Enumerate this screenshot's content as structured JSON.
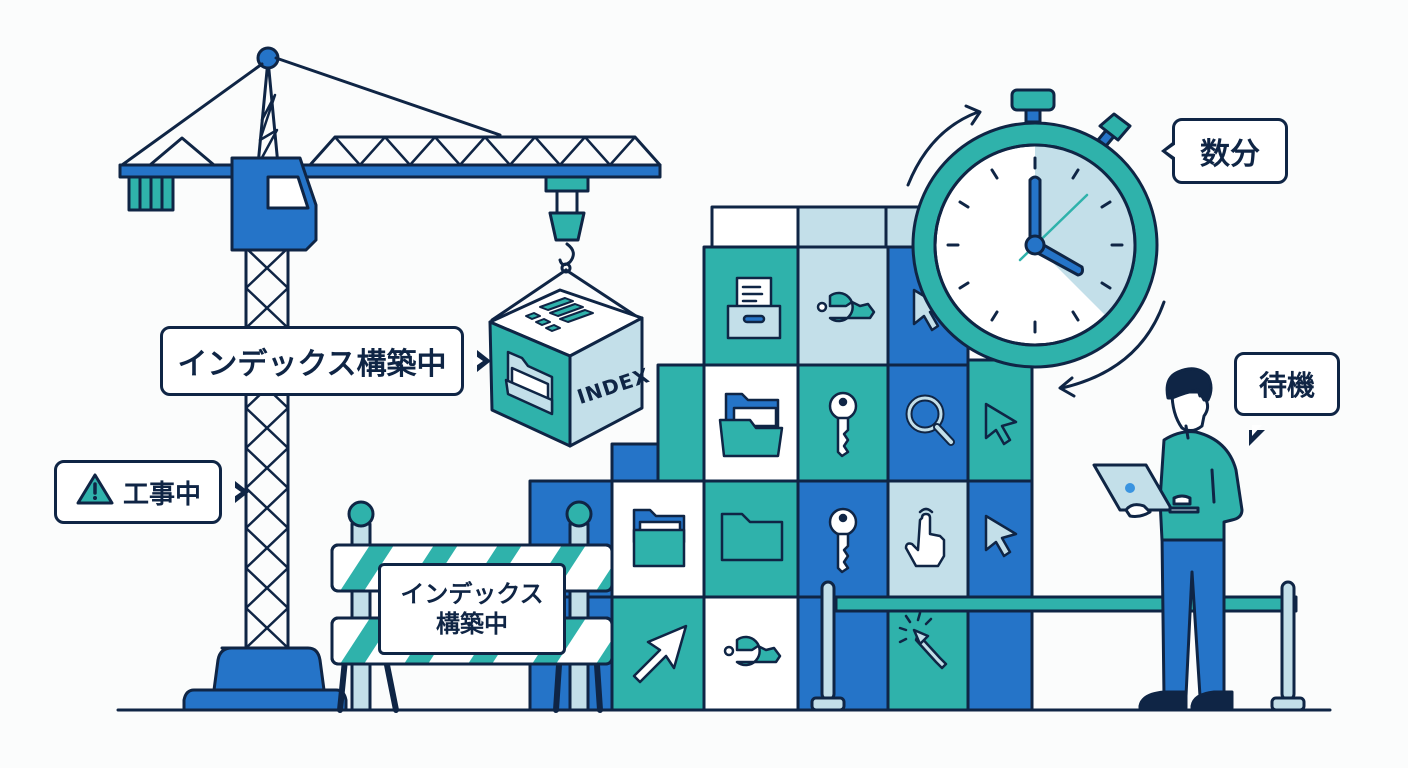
{
  "scene": {
    "title": "インデックス構築中",
    "colors": {
      "outline": "#0f2545",
      "blue": "#2574c8",
      "teal": "#2fb2ab",
      "light_blue": "#c3dfe9",
      "white": "#ffffff",
      "background": "#fbfcfc"
    }
  },
  "crane": {
    "sign_label": "インデックス構築中",
    "warning_label": "工事中",
    "warning_icon": "warning-triangle-icon"
  },
  "barricade": {
    "line1": "インデックス",
    "line2": "構築中"
  },
  "cube": {
    "label": "INDEX",
    "icons": [
      "folder-icon",
      "list-grid-icon"
    ]
  },
  "blocks": {
    "icons": [
      "file-drawer-icon",
      "key-icon",
      "cursor-icon",
      "open-folder-icon",
      "key-icon",
      "magnifier-icon",
      "cursor-icon",
      "open-folder-icon",
      "folder-icon",
      "key-icon",
      "pointing-hand-icon",
      "cursor-icon",
      "cursor-icon",
      "key-icon",
      "click-cursor-icon"
    ]
  },
  "timer": {
    "bubble_label": "数分",
    "icon": "stopwatch-icon"
  },
  "person": {
    "bubble_label": "待機",
    "icon": "laptop-icon"
  }
}
